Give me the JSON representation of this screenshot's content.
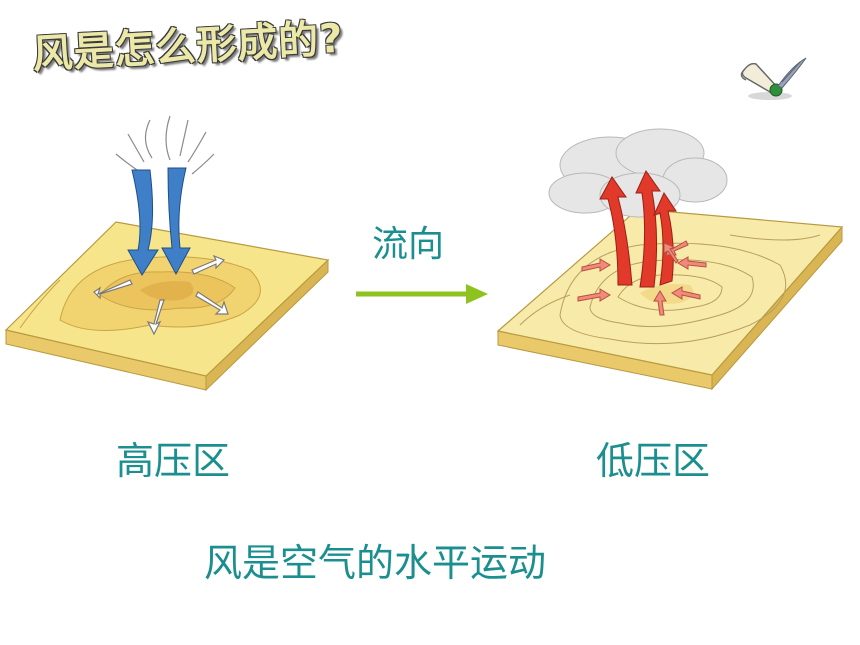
{
  "title": "风是怎么形成的?",
  "flow_label": "流向",
  "high_label": "高压区",
  "low_label": "低压区",
  "caption": "风是空气的水平运动",
  "colors": {
    "text_teal": "#1b8f8f",
    "arrow_green": "#8dc21f",
    "plate_yellow": "#f7e58c",
    "down_air_blue": "#3f7fc7",
    "up_air_red": "#e23a2a"
  },
  "icons": [
    "scroll-quill-icon",
    "down-air-arrows-icon",
    "up-air-arrows-icon"
  ]
}
